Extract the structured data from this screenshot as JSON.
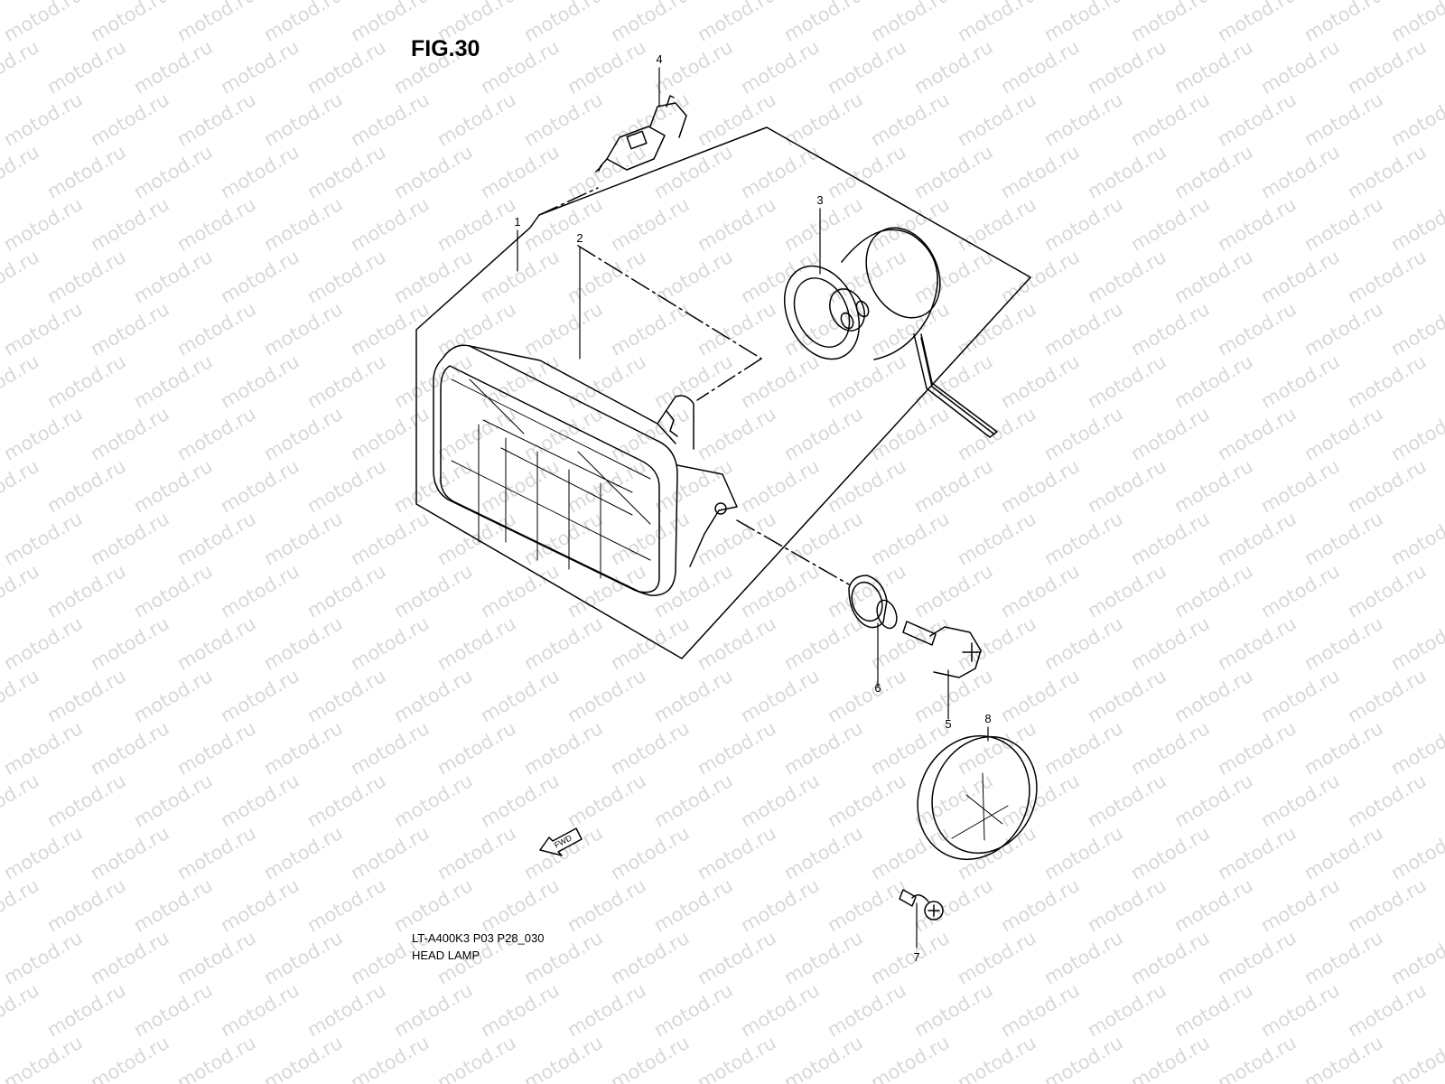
{
  "figure_title": "FIG.30",
  "watermark_text": "motod.ru",
  "fwd_label": "FWD",
  "callouts": [
    "1",
    "2",
    "3",
    "4",
    "5",
    "6",
    "7",
    "8"
  ],
  "footer": {
    "model_code": "LT-A400K3 P03 P28_030",
    "section_title": "HEAD LAMP"
  },
  "colors": {
    "line": "#000000",
    "watermark": "#d8d8d8",
    "background": "#ffffff"
  }
}
